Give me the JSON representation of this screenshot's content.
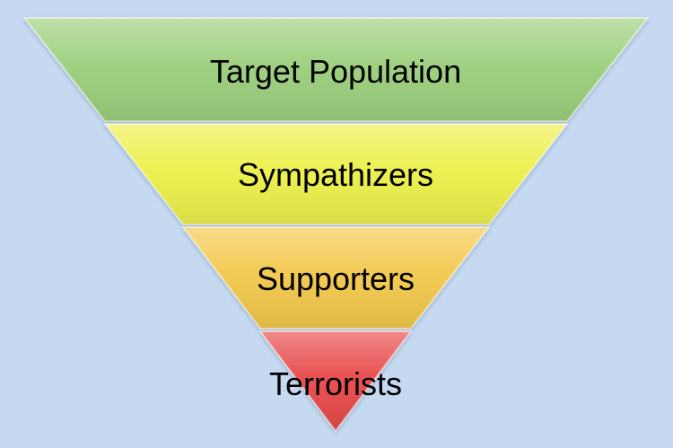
{
  "diagram": {
    "type": "inverted-pyramid",
    "layers": [
      {
        "label": "Target Population",
        "color": "#9bcf7b"
      },
      {
        "label": "Sympathizers",
        "color": "#ecf04a"
      },
      {
        "label": "Supporters",
        "color": "#f2c84b"
      },
      {
        "label": "Terrorists",
        "color": "#e84848"
      }
    ],
    "background": "#c5d9f1"
  }
}
